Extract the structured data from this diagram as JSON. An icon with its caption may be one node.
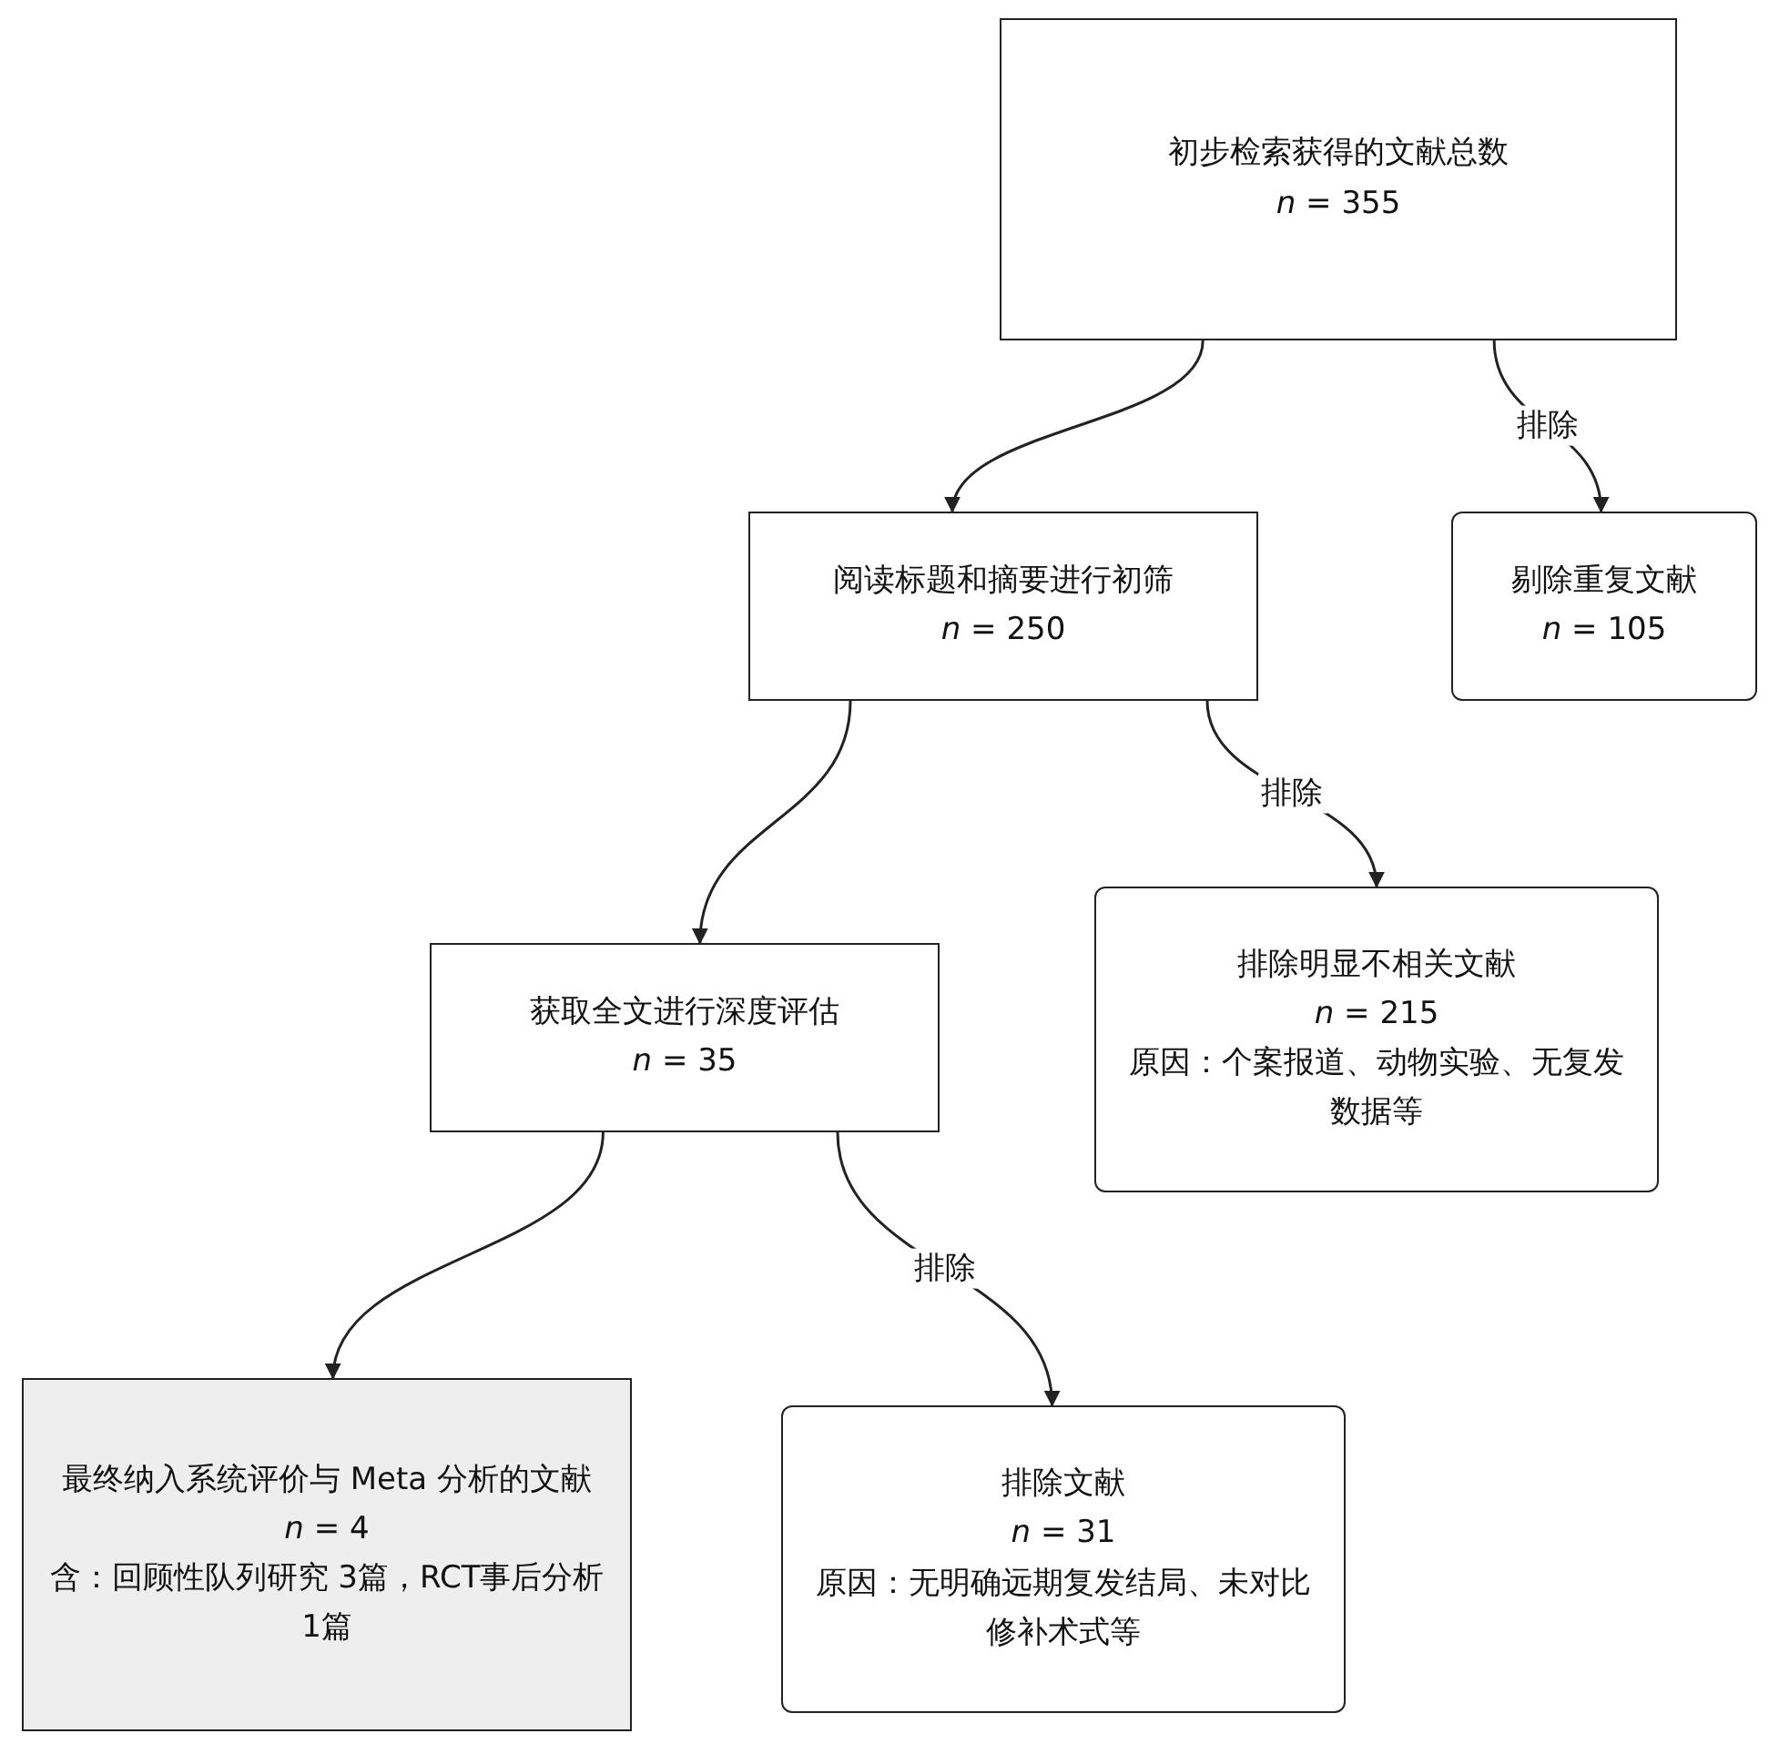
{
  "diagram": {
    "nodes": [
      {
        "text": [
          "初步检索获得的文献总数",
          "*n* = 355"
        ]
      },
      {
        "text": [
          "剔除重复文献",
          "*n* = 105"
        ]
      },
      {
        "text": [
          "阅读标题和摘要进行初筛",
          "*n* = 250"
        ]
      },
      {
        "text": [
          "排除明显不相关文献",
          "*n* = 215",
          "原因：个案报道、动物实验、无复发数据等"
        ]
      },
      {
        "text": [
          "获取全文进行深度评估",
          "*n* = 35"
        ]
      },
      {
        "text": [
          "最终纳入系统评价与 Meta 分析的文献",
          "*n* = 4",
          "含：回顾性队列研究 3篇，RCT事后分析 1篇"
        ]
      },
      {
        "text": [
          "排除文献",
          "*n* = 31",
          "原因：无明确远期复发结局、未对比修补术式等"
        ]
      }
    ],
    "edges": [
      {
        "from": 0,
        "to": 2,
        "arrow": "to"
      },
      {
        "from": 0,
        "to": 1,
        "arrow": "to",
        "label": "排除"
      },
      {
        "from": 2,
        "to": 4,
        "arrow": "to"
      },
      {
        "from": 2,
        "to": 3,
        "arrow": "to",
        "label": "排除"
      },
      {
        "from": 4,
        "to": 5,
        "arrow": "to"
      },
      {
        "from": 4,
        "to": 6,
        "arrow": "to",
        "label": "排除"
      }
    ]
  }
}
